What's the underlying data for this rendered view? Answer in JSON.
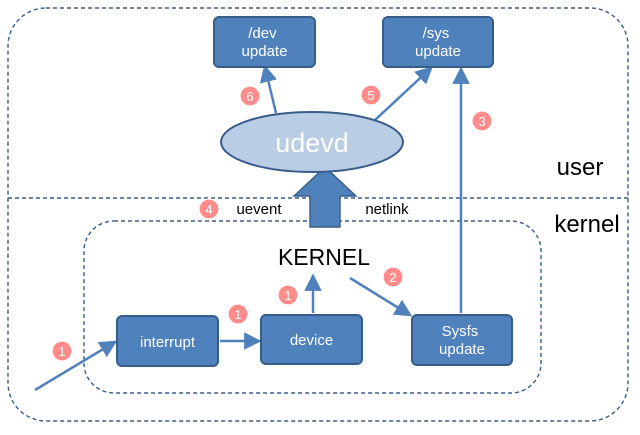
{
  "zones": {
    "user": "user",
    "kernel": "kernel"
  },
  "nodes": {
    "dev_update": [
      "/dev",
      "update"
    ],
    "sys_update": [
      "/sys",
      "update"
    ],
    "udevd": "udevd",
    "kernel": "KERNEL",
    "interrupt": "interrupt",
    "device": "device",
    "sysfs_update": [
      "Sysfs",
      "update"
    ]
  },
  "labels": {
    "uevent": "uevent",
    "netlink": "netlink"
  },
  "steps": {
    "step_6": "6",
    "step_5": "5",
    "step_3": "3",
    "step_4": "4",
    "step_2": "2",
    "step_1_kernel": "1",
    "step_1_device": "1",
    "step_1_input": "1"
  },
  "colors": {
    "box_fill": "#4f81bd",
    "box_stroke": "#385d8a",
    "ellipse_fill": "#b9cde5",
    "ellipse_stroke": "#385d8a",
    "arrow": "#4f81bd",
    "badge_fill": "#ff8b8b",
    "dashed_border": "#385d8a"
  }
}
